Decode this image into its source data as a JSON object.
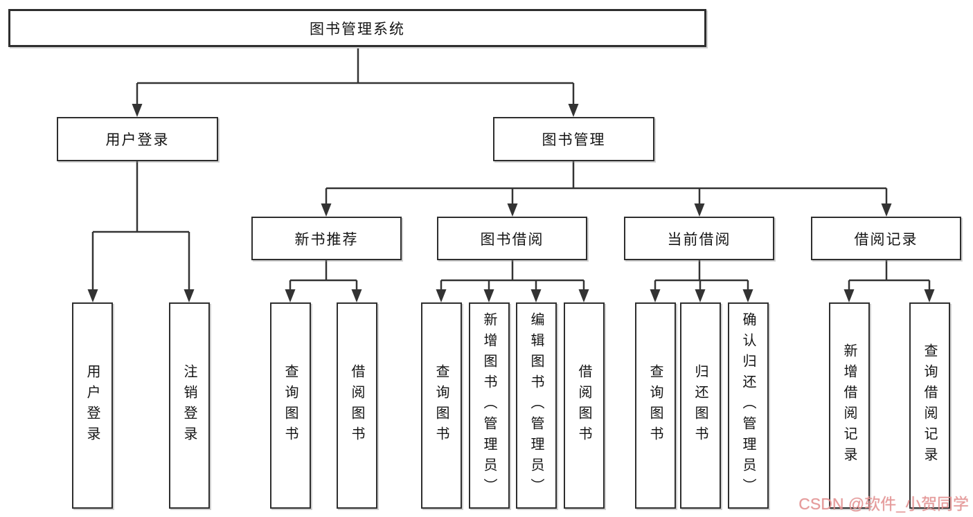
{
  "diagram": {
    "type": "tree",
    "colors": {
      "line": "#333333",
      "box_border": "#2e2e2e",
      "box_fill": "#ffffff",
      "text": "#141414",
      "watermark": "#e89494"
    },
    "nodes": {
      "root": "图书管理系统",
      "login": "用户登录",
      "mgmt": "图书管理",
      "login_leaves": [
        "用户登录",
        "注销登录"
      ],
      "mgmt_children": [
        "新书推荐",
        "图书借阅",
        "当前借阅",
        "借阅记录"
      ],
      "recommend_leaves": [
        "查询图书",
        "借阅图书"
      ],
      "borrow_leaves": [
        "查询图书",
        "新增图书（管理员）",
        "编辑图书（管理员）",
        "借阅图书"
      ],
      "current_leaves": [
        "查询图书",
        "归还图书",
        "确认归还（管理员）"
      ],
      "record_leaves": [
        "新增借阅记录",
        "查询借阅记录"
      ]
    },
    "watermark": "CSDN @软件_小贺同学"
  }
}
